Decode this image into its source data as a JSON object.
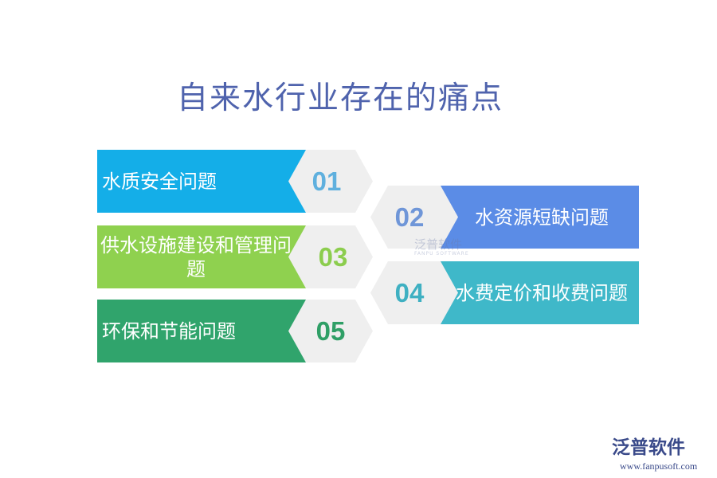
{
  "title": "自来水行业存在的痛点",
  "items": [
    {
      "num": "01",
      "label": "水质安全问题",
      "color": "#14aee8",
      "num_color": "#5fb0de"
    },
    {
      "num": "02",
      "label": "水资源短缺问题",
      "color": "#5b8ce6",
      "num_color": "#6f96d8"
    },
    {
      "num": "03",
      "label": "供水设施建设和管理问题",
      "color": "#8fd14f",
      "num_color": "#8ccd4e"
    },
    {
      "num": "04",
      "label": "水费定价和收费问题",
      "color": "#3fb8c9",
      "num_color": "#3fb0c2"
    },
    {
      "num": "05",
      "label": "环保和节能问题",
      "color": "#30a46c",
      "num_color": "#2f9f66"
    }
  ],
  "hex_color": "#efefef",
  "watermark": {
    "text": "泛普软件",
    "sub": "FANPU SOFTWARE"
  },
  "logo": {
    "text": "泛普软件",
    "url": "www.fanpusoft.com"
  }
}
